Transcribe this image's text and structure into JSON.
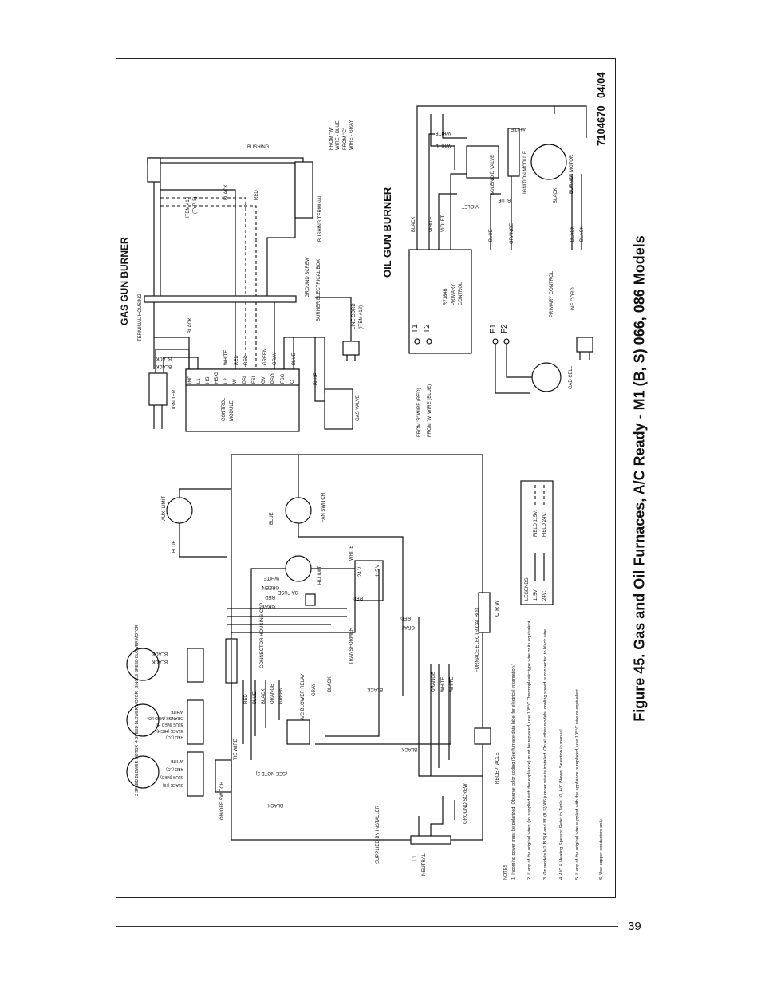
{
  "figure": {
    "caption": "Figure 45. Gas and Oil Furnaces, A/C Ready - M1 (B, S) 066, 086 Models",
    "code": "7104670",
    "date": "04/04"
  },
  "page_number": "39",
  "gas_gun": {
    "title": "GAS GUN BURNER",
    "labels": {
      "terminal_housing": "TERMINAL HOUSING",
      "bushing": "BUSHING",
      "item10": "ITEM #10",
      "item10_sub": "(TYP. 5)",
      "igniter": "IGNITER",
      "control_module": "CONTROL",
      "control_module2": "MODULE",
      "gas_valve": "GAS VALVE",
      "burner_box": "BURNER ELECTRICAL BOX",
      "ground_screw": "GROUND SCREW",
      "line_cord": "LINE CORD",
      "line_cord_item": "(ITEM #12)",
      "bushing_terminal": "BUSHING TERMINAL",
      "from_w": "FROM \"W\"",
      "wire_blue": "WIRE - BLUE",
      "from_c": "FROM \"C\"",
      "wire_gray": "WIRE - GRAY"
    },
    "terminals": [
      "IND",
      "L1",
      "HSI",
      "HSIG",
      "L2",
      "W",
      "PSI",
      "FSI",
      "GV",
      "PSO",
      "FSG",
      "C"
    ],
    "wire_colors": [
      "BLACK",
      "BLACK",
      "BLACK",
      "BLACK",
      "WHITE",
      "RED",
      "RED",
      "RED",
      "GREEN",
      "GRAY",
      "BLUE",
      "BLUE"
    ]
  },
  "oil_gun": {
    "title": "OIL GUN BURNER",
    "labels": {
      "t1": "T1",
      "t2": "T2",
      "f1": "F1",
      "f2": "F2",
      "r7184b": "R7184B",
      "primary": "PRIMARY",
      "control": "CONTROL",
      "primary_control": "PRIMARY CONTROL",
      "line_cord": "LINE CORD",
      "cad_cell": "CAD CELL",
      "solenoid_valve": "SOLENOID VALVE",
      "ignition_module": "IGNITION MODULE",
      "burner_motor": "BURNER MOTOR",
      "from_r": "FROM 'R' WIRE (RED)",
      "from_w": "FROM 'W' WIRE (BLUE)"
    },
    "wire_colors": [
      "BLACK",
      "WHITE",
      "VIOLET",
      "BLUE",
      "ORANGE",
      "BLACK",
      "BLACK",
      "WHITE",
      "WHITE",
      "WHITE",
      "VIOLET",
      "BLUE",
      "BLACK"
    ]
  },
  "lower": {
    "labels": {
      "aux_limit": "AUX. LIMIT",
      "fan_switch": "FAN SWITCH",
      "hi_limit": "HI-LIMIT",
      "fuse": "3A FUSE",
      "transformer": "TRANSFORMER",
      "connector": "CONNECTOR HOUSING CAP",
      "ac_relay": "A/C BLOWER RELAY",
      "see_note": "(SEE NOTE 3)",
      "tie_wire": "TIE WIRE",
      "on_off": "ON/OFF SWITCH",
      "furnace_box": "FURNACE ELECTRICAL BOX",
      "receptacle": "RECEPTACLE",
      "supplied": "SUPPLIED BY INSTALLER",
      "ground_screw": "GROUND SCREW",
      "l1": "L1",
      "neutral": "NEUTRAL",
      "single_speed": "SINGLE SPEED BLOWER MOTOR",
      "four_speed": "4 SPEED BLOWER MOTOR",
      "three_speed": "3 SPEED BLOWER MOTOR",
      "crw": "C R W",
      "v24": "24 V",
      "v115": "115 V"
    },
    "wire_colors": [
      "BLUE",
      "BLUE",
      "WHITE",
      "GREEN",
      "RED",
      "GRAY",
      "WHITE",
      "RED",
      "BLACK",
      "BLACK",
      "BLACK",
      "RED",
      "BLUE",
      "BLACK",
      "ORANGE",
      "GREEN",
      "GRAY",
      "BLACK",
      "ORANGE",
      "WHITE",
      "WHITE",
      "RED",
      "GRAY",
      "BLACK",
      "BLACK"
    ],
    "four_speed_colors": [
      "WHITE",
      "ORANGE (MED LO)",
      "BLUE (MED HI)",
      "BLACK (HIGH)",
      "RED (LO)"
    ],
    "three_speed_colors": [
      "WHITE",
      "RED (LO)",
      "BLUE (MED)",
      "BLACK (HI)"
    ]
  },
  "legend": {
    "title": "LEGENDS",
    "v115": "115V:",
    "v24": "24V:",
    "field115": "FIELD 115V:",
    "field24": "FIELD 24V:"
  },
  "notes": {
    "title": "NOTES",
    "items": [
      "1. Incoming power must be polarized. Observe color coding (See furnace data label for electrical information.)",
      "2. If any of the original wires (as supplied with the appliance) must be replaced, use 105°C Thermoplastic type wire or its equivalent.",
      "3. On models M1(B,S)A and M1(B,S)086 jumper wire is installed. On all other models, cooling speed is connected to black wire.",
      "4. A/C & Heating Speeds: Refer to Table 10, A/C Blower Selection in manual.",
      "5. If any of the original wire supplied with the appliance is replaced, use 105°C wire or equivalent.",
      "6. Use copper conductors only."
    ]
  }
}
